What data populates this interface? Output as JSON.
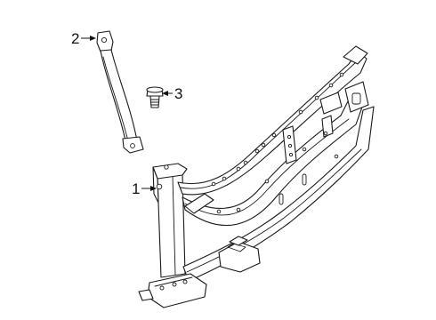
{
  "diagram": {
    "callouts": [
      {
        "number": "1",
        "part": "frame-rail"
      },
      {
        "number": "2",
        "part": "strap-bracket"
      },
      {
        "number": "3",
        "part": "bolt"
      }
    ]
  }
}
